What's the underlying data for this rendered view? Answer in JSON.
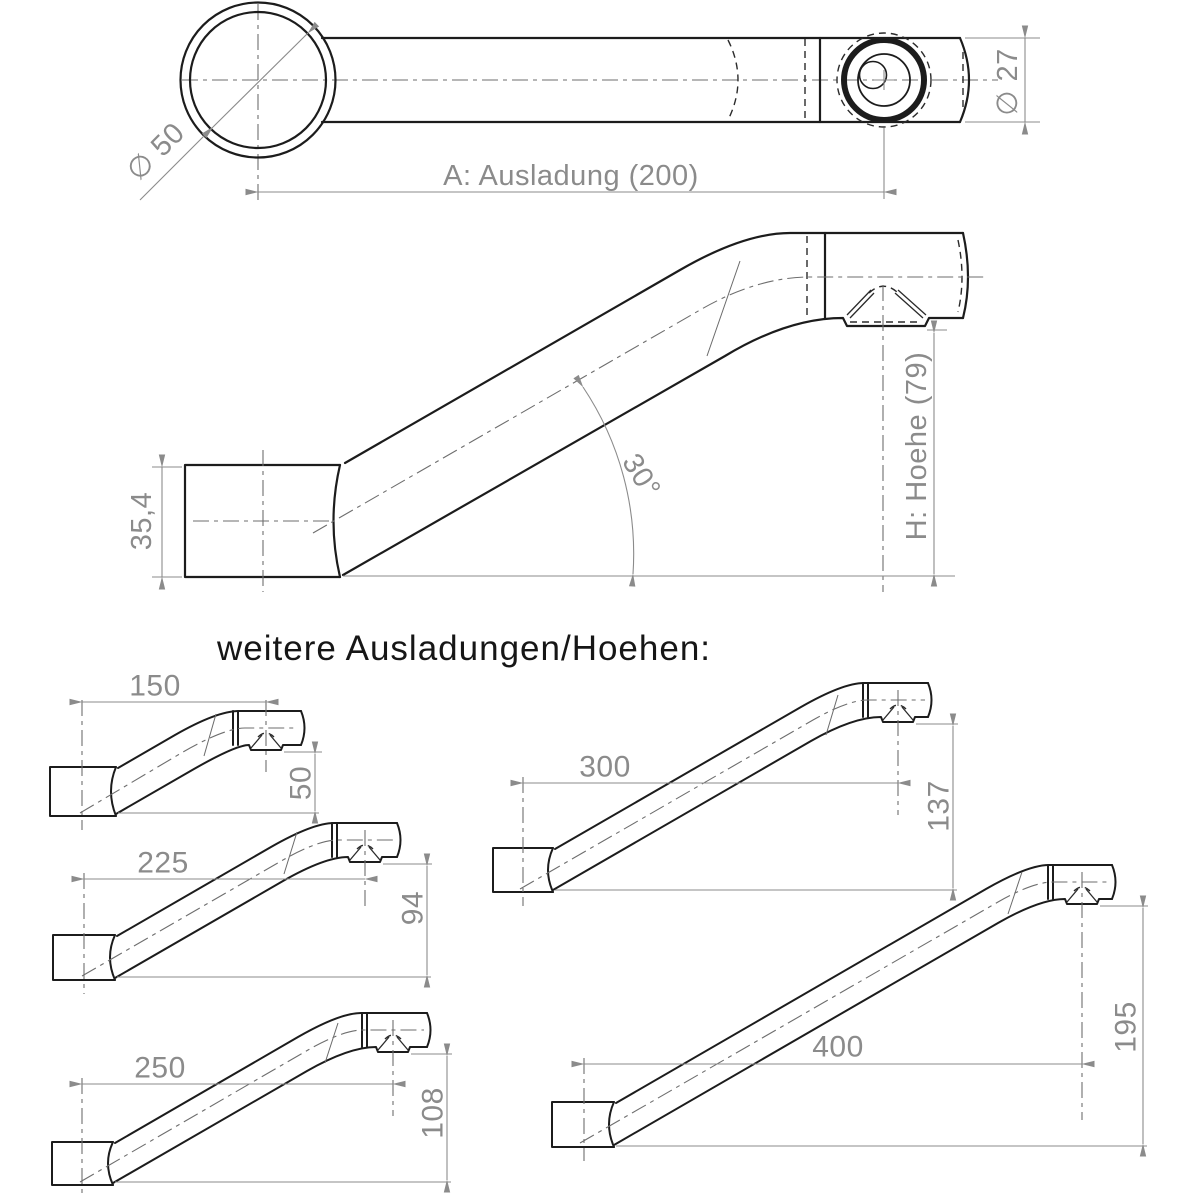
{
  "title": "weitere Ausladungen/Hoehen:",
  "colors": {
    "line": "#1c1c1c",
    "dim_gray": "#8b8b8b",
    "background": "#ffffff"
  },
  "main_top_view": {
    "tube_diameter": "∅ 50",
    "end_diameter": "∅ 27",
    "reach": "A: Ausladung (200)"
  },
  "main_side_view": {
    "socket_length": "35,4",
    "angle": "30°",
    "height": "H: Hoehe (79)"
  },
  "variants": [
    {
      "reach": "150",
      "height": "50"
    },
    {
      "reach": "225",
      "height": "94"
    },
    {
      "reach": "250",
      "height": "108"
    },
    {
      "reach": "300",
      "height": "137"
    },
    {
      "reach": "400",
      "height": "195"
    }
  ]
}
